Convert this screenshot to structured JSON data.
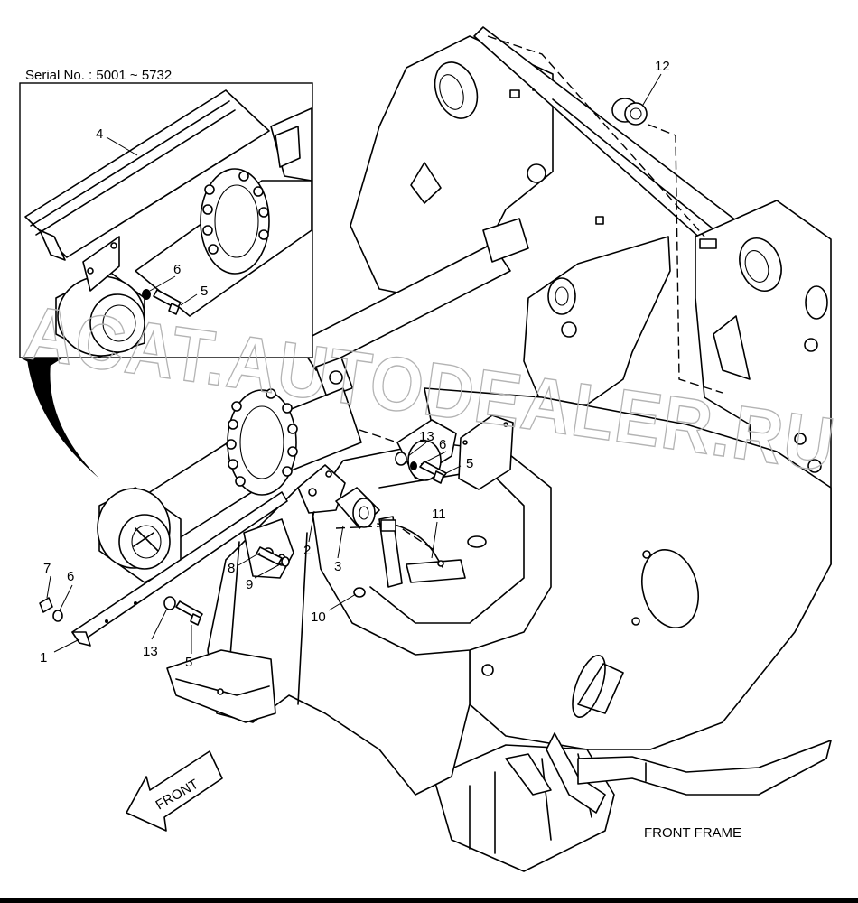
{
  "inset": {
    "serial_label": "Serial No. : 5001 ~ 5732"
  },
  "callouts": {
    "c1": "1",
    "c2": "2",
    "c3": "3",
    "c4": "4",
    "c5a": "5",
    "c5b": "5",
    "c5c": "5",
    "c6a": "6",
    "c6b": "6",
    "c6c": "6",
    "c7": "7",
    "c8": "8",
    "c9": "9",
    "c10": "10",
    "c11": "11",
    "c12": "12",
    "c13a": "13",
    "c13b": "13"
  },
  "front_arrow": {
    "label": "FRONT"
  },
  "caption": {
    "text": "FRONT FRAME"
  },
  "watermark": {
    "text": "ACAT.AUTODEALER.RU"
  },
  "colors": {
    "line": "#000000",
    "background": "#ffffff",
    "watermark": "#b3b3b3"
  }
}
